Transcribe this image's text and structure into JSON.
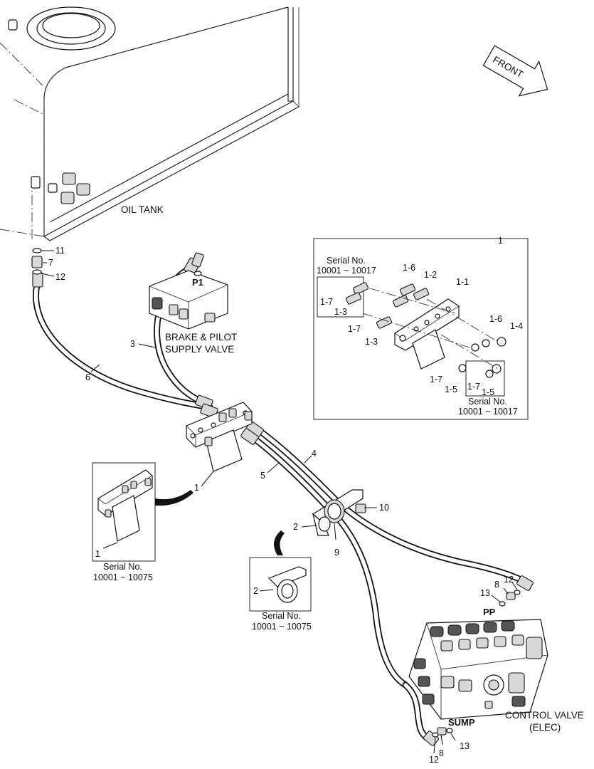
{
  "labels": {
    "oil_tank": "OIL TANK",
    "brake_valve_line1": "BRAKE & PILOT",
    "brake_valve_line2": "SUPPLY VALVE",
    "port_p1": "P1",
    "port_pp": "PP",
    "port_sump": "SUMP",
    "control_valve_line1": "CONTROL VALVE",
    "control_valve_line2": "(ELEC)",
    "front": "FRONT"
  },
  "callouts": {
    "c11": "11",
    "c7": "7",
    "c12_top": "12",
    "c3": "3",
    "c6": "6",
    "c1_main": "1",
    "c5": "5",
    "c4": "4",
    "c10": "10",
    "c2_main": "2",
    "c9": "9",
    "c8_top": "8",
    "c12_right": "12",
    "c13_top": "13",
    "c12_bottom": "12",
    "c8_bottom": "8",
    "c13_bottom": "13"
  },
  "detail_box": {
    "number": "1",
    "serial_top_title": "Serial No.",
    "serial_top_range": "10001 ~ 10017",
    "serial_bottom_title": "Serial No.",
    "serial_bottom_range": "10001 ~ 10017",
    "labels": {
      "l16a": "1-6",
      "l12": "1-2",
      "l11": "1-1",
      "l7a": "1-7",
      "l3a": "1-3",
      "l7b": "1-7",
      "l3b": "1-3",
      "l16b": "1-6",
      "l14": "1-4",
      "l7c": "1-7",
      "l5a": "1-5",
      "l7d": "1-7",
      "l5b": "1-5"
    }
  },
  "inset_1": {
    "part": "1",
    "serial_title": "Serial No.",
    "serial_range": "10001 ~ 10075"
  },
  "inset_2": {
    "part": "2",
    "serial_title": "Serial No.",
    "serial_range": "10001 ~ 10075"
  }
}
